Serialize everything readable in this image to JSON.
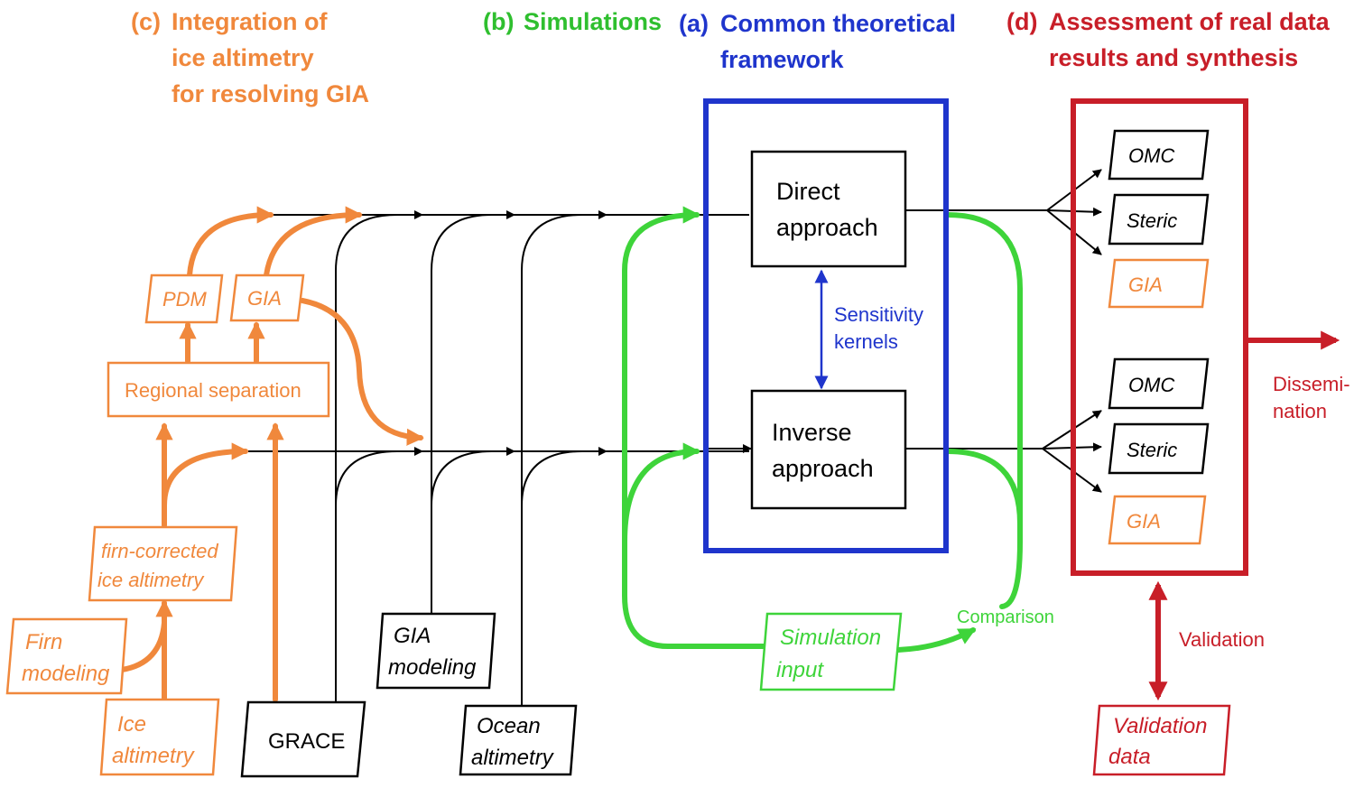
{
  "headers": {
    "c": {
      "tag": "(c)",
      "lines": [
        "Integration of",
        "ice altimetry",
        "for resolving GIA"
      ],
      "color": "#f0883c"
    },
    "b": {
      "tag": "(b)",
      "text": "Simulations",
      "color": "#2fbf2f"
    },
    "a": {
      "tag": "(a)",
      "lines": [
        "Common theoretical",
        "framework"
      ],
      "color": "#1f35cc"
    },
    "d": {
      "tag": "(d)",
      "lines": [
        "Assessment of real data",
        "results and synthesis"
      ],
      "color": "#c81e28"
    }
  },
  "nodes": {
    "pdm": "PDM",
    "gia_sep": "GIA",
    "regional_separation": "Regional separation",
    "firn_corrected": [
      "firn-corrected",
      "ice altimetry"
    ],
    "firn_modeling": [
      "Firn",
      "modeling"
    ],
    "ice_altimetry": [
      "Ice",
      "altimetry"
    ],
    "grace": "GRACE",
    "gia_modeling": [
      "GIA",
      "modeling"
    ],
    "ocean_altimetry": [
      "Ocean",
      "altimetry"
    ],
    "direct_approach": [
      "Direct",
      "approach"
    ],
    "inverse_approach": [
      "Inverse",
      "approach"
    ],
    "sensitivity_kernels": [
      "Sensitivity",
      "kernels"
    ],
    "simulation_input": [
      "Simulation",
      "input"
    ],
    "comparison": "Comparison",
    "omc_top": "OMC",
    "steric_top": "Steric",
    "gia_top": "GIA",
    "omc_bottom": "OMC",
    "steric_bottom": "Steric",
    "gia_bottom": "GIA",
    "dissemination": [
      "Dissemi-",
      "nation"
    ],
    "validation": "Validation",
    "validation_data": [
      "Validation",
      "data"
    ]
  },
  "colors": {
    "orange": "#f0883c",
    "green": "#3ed43a",
    "blue": "#1f35cc",
    "red": "#c81e28",
    "black": "#000000"
  }
}
